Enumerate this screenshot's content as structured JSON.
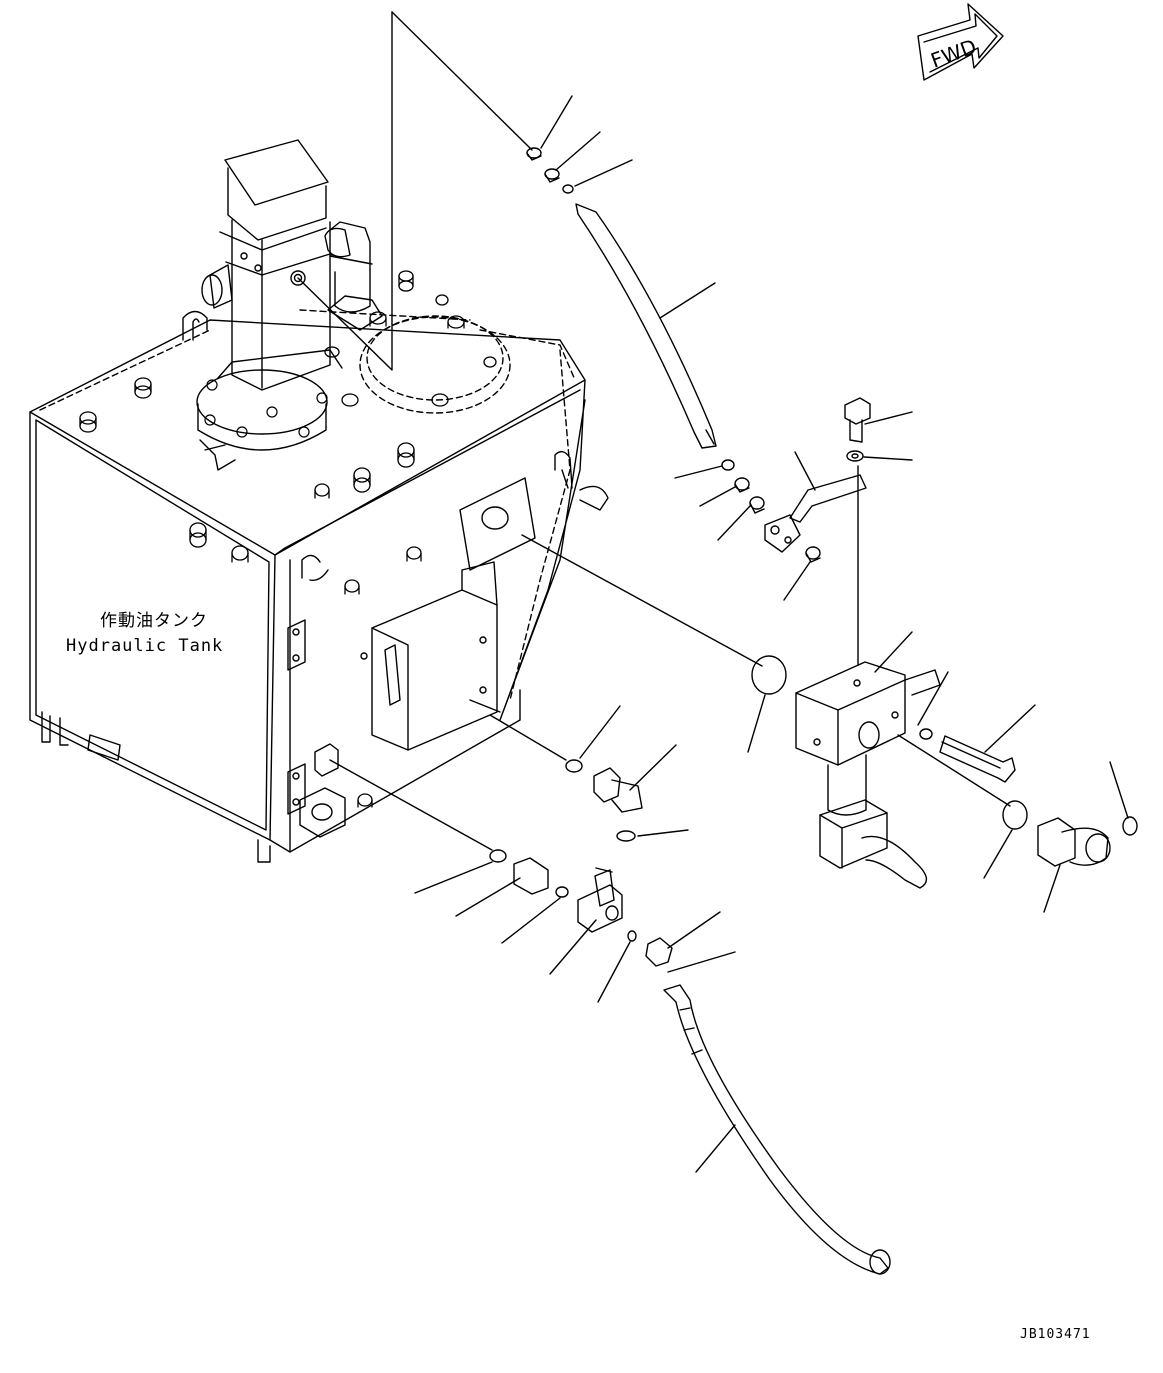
{
  "diagram": {
    "tank_label": {
      "japanese": "作動油タンク",
      "english": "Hydraulic Tank"
    },
    "direction_marker": "FWD",
    "drawing_id": "JB103471"
  },
  "colors": {
    "line": "#000000",
    "background": "#ffffff"
  }
}
